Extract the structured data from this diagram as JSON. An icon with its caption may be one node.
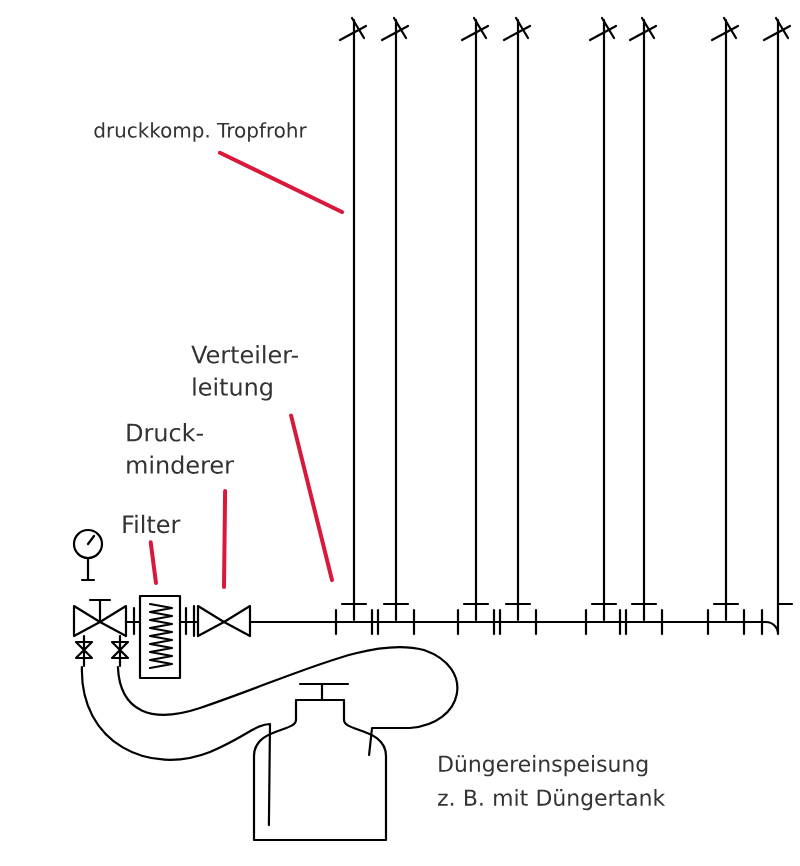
{
  "diagram": {
    "nodes": [
      {
        "text": [
          "druckkomp. Tropfrohr"
        ]
      },
      {
        "text": [
          "Verteiler- leitung"
        ]
      },
      {
        "text": [
          "Druck- minderer"
        ]
      },
      {
        "text": [
          "Filter"
        ]
      },
      {
        "text": [],
        "shape": "picture"
      },
      {
        "text": [],
        "shape": "picture"
      },
      {
        "text": [],
        "shape": "picture"
      },
      {
        "text": [],
        "shape": "picture"
      }
    ],
    "edges": [
      {
        "from": 0,
        "to": null,
        "arrow": "none"
      },
      {
        "from": 1,
        "to": null,
        "arrow": "none"
      },
      {
        "from": 2,
        "to": 5,
        "arrow": "none"
      },
      {
        "from": 3,
        "to": 4,
        "arrow": "none"
      },
      {
        "from": 6,
        "to": 7,
        "arrow": "none",
        "color": "#000000"
      },
      {
        "from": 6,
        "to": 7,
        "arrow": "none",
        "color": "#000000"
      }
    ],
    "labels": [
      "Düngereinspeisung z. B. mit Düngertank"
    ]
  }
}
